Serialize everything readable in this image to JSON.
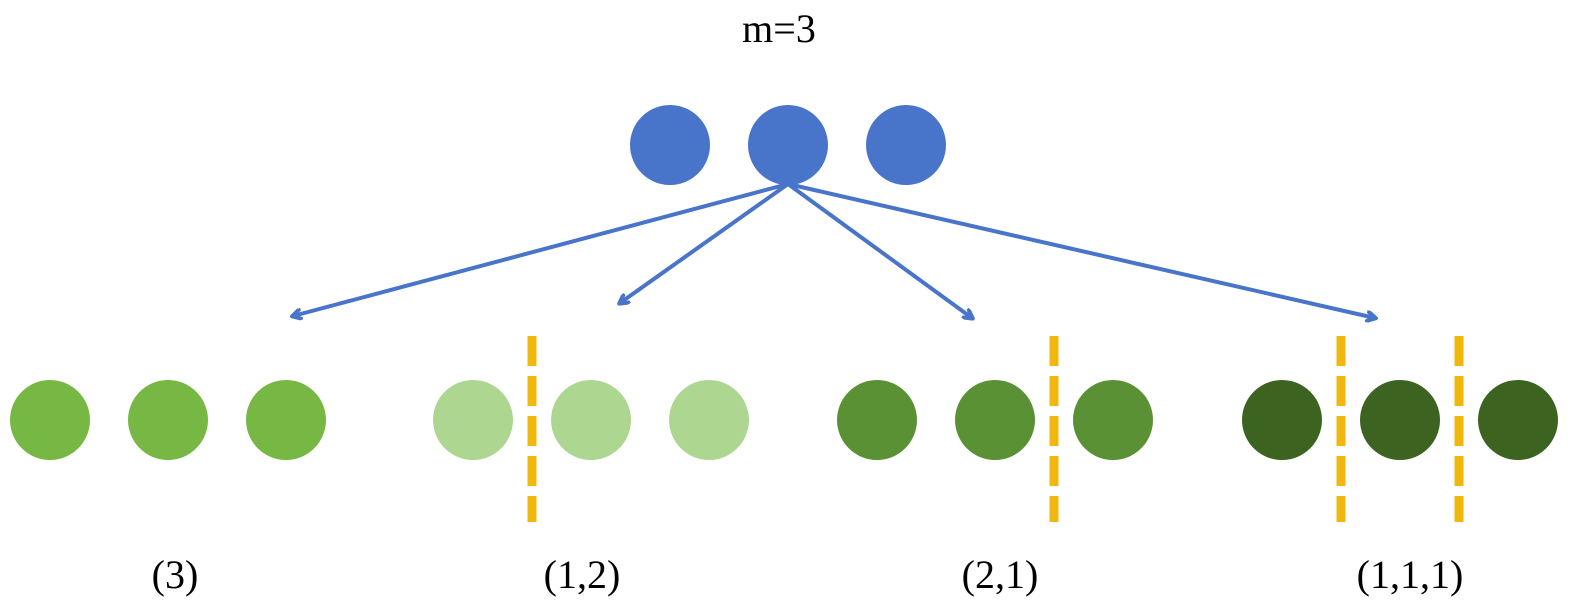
{
  "title": "m=3",
  "colors": {
    "source_ball": "#4874C9",
    "arrow": "#4874C9",
    "divider": "#F0B80E"
  },
  "source": {
    "count": 3
  },
  "compositions": [
    {
      "label": "(3)",
      "parts": [
        3
      ],
      "color": "#76B843"
    },
    {
      "label": "(1,2)",
      "parts": [
        1,
        2
      ],
      "color": "#ADD690"
    },
    {
      "label": "(2,1)",
      "parts": [
        2,
        1
      ],
      "color": "#5A9134"
    },
    {
      "label": "(1,1,1)",
      "parts": [
        1,
        1,
        1
      ],
      "color": "#3D6320"
    }
  ]
}
